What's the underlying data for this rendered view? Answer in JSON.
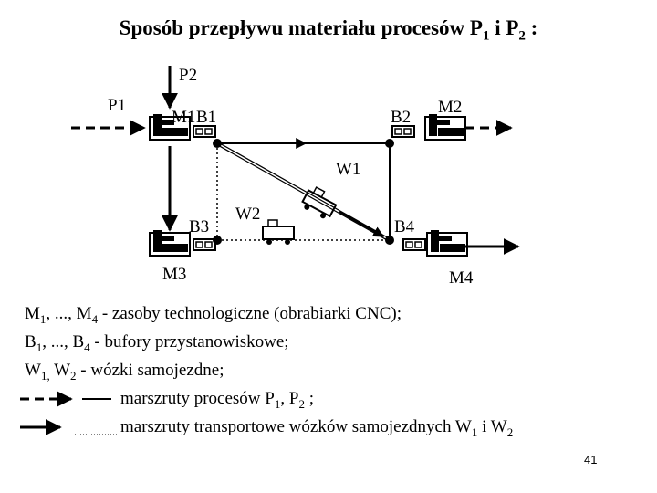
{
  "title": {
    "text": "Sposób przepływu materiału procesów P",
    "sub1": "1",
    "mid": " i P",
    "sub2": "2",
    "end": " :"
  },
  "labels": {
    "p1": "P1",
    "p2": "P2",
    "m1": "M1",
    "b1": "B1",
    "b2": "B2",
    "m2": "M2",
    "w1": "W1",
    "w2": "W2",
    "b3": "B3",
    "b4": "B4",
    "m3": "M3",
    "m4": "M4"
  },
  "legend": {
    "line1": {
      "a": "M",
      "s1": "1",
      "b": ", ..., M",
      "s2": "4",
      "c": " - zasoby technologiczne (obrabiarki CNC);"
    },
    "line2": {
      "a": "B",
      "s1": "1",
      "b": ", ..., B",
      "s2": "4",
      "c": " - bufory przystanowiskowe;"
    },
    "line3": {
      "a": "W",
      "s1": "1,",
      "b": "  W",
      "s2": "2",
      "c": " - wózki samojezdne;"
    },
    "line4": {
      "a": "marszruty procesów P",
      "s1": "1",
      "b": ",  P",
      "s2": "2",
      "c": " ;"
    },
    "line5": {
      "a": "marszruty transportowe wózków samojezdnych W",
      "s1": "1",
      "b": " i W",
      "s2": "2",
      "c": ""
    }
  },
  "page_number": "41",
  "colors": {
    "ink": "#000000",
    "background": "#ffffff"
  },
  "icons": [
    "machine-icon",
    "buffer-icon",
    "cart-icon",
    "arrow-icon"
  ]
}
